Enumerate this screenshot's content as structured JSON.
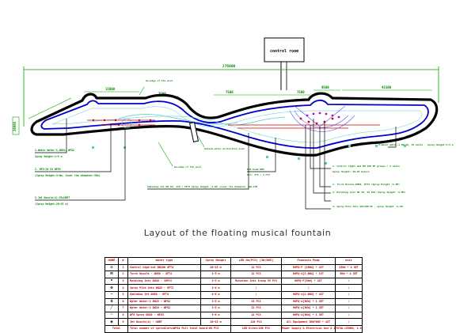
{
  "caption": "Layout of the floating musical fountain",
  "drawing": {
    "control_room": "control room",
    "overall_dimension": "276000",
    "segment_dimensions": [
      "11000",
      "7500",
      "7500",
      "7500",
      "9500",
      "41500"
    ],
    "left_dimension": "20000",
    "edge_labels": [
      {
        "id": "edge-top",
        "text": "Ge-edge of the pool"
      },
      {
        "id": "edge-bottom",
        "text": "Ge-edge of the pool"
      },
      {
        "id": "splash",
        "text": "Splash water protection zone"
      }
    ],
    "callouts": [
      {
        "id": "c1",
        "lines": [
          "1.Water Water-1,DN20, WFG2",
          "Spray Height:1~5 m"
        ]
      },
      {
        "id": "c2",
        "lines": [
          "2.  DFG-20 E1 WFG3",
          "(Spray Height:3~6m, Cover the diameter:35m)"
        ]
      },
      {
        "id": "c3",
        "lines": [
          "3.Jet Nozzle(4)-25+UDRT",
          "(Spray Height:20~25 m)"
        ]
      },
      {
        "id": "c4",
        "lines": [
          "Gablebow Jet  DN 50, 370 = GFT4 Spray Height :4~6M ,Cover the diameter :10~17M"
        ]
      },
      {
        "id": "c5",
        "lines": [
          "DN5 head  DN5",
          "Set: 4*5    = 4 FT2"
        ]
      },
      {
        "id": "c6",
        "lines": [
          "1. Control light and DN 100 PE groups = 2 units",
          "Spray Height: 20~25 meters"
        ]
      },
      {
        "id": "c7",
        "lines": [
          "2. Torch Nozzle-DN50, GFT4 (Spray Height :1~5M)"
        ]
      },
      {
        "id": "c8",
        "lines": [
          "3. Rotating Jets DN 40, 39 PCS (Spray Height :1~5M)"
        ]
      },
      {
        "id": "c9",
        "lines": [
          "4. Spray Pile Jets  GP2=DN*45 , spray Height :1~4M"
        ]
      },
      {
        "id": "c10",
        "lines": [
          "5.Water Water-1 DN 25, 28 units",
          "Spray Height:1~5 m"
        ]
      }
    ]
  },
  "table": {
    "headers": [
      "NAME",
      "#",
      "Water type",
      "Spray Height",
      "LED No(PCS) [3W/DN5]",
      "Fountain Pump",
      "unit"
    ],
    "rows": [
      {
        "sym": "◎",
        "num": "1",
        "type": "Control high-set DN100 GFT4",
        "height": "20~25 m",
        "led": "12 PCS",
        "pump": "HGPQ-F [15KW] * 4ST",
        "unit": "15KW * 4 SET"
      },
      {
        "sym": "⊞",
        "num": "2",
        "type": "Torch Nozzle - DN50 - GFT4",
        "height": "1~5 m",
        "led": "12 PCS",
        "pump": "HGPQ-4[3.0KW] * 1ST",
        "unit": "3KW * 4 SET"
      },
      {
        "sym": "•",
        "num": "3",
        "type": "Rotating Jets DN40 - 39PCS",
        "height": "1~5 m",
        "led": "Rotation Jets Group 39 PCS",
        "pump": "HGPQ-F[3KW] * 4ST",
        "unit": "/"
      },
      {
        "sym": "⊕",
        "num": "4",
        "type": "Spray Pile Jets DN45 - GFT2",
        "height": "1~4 m",
        "led": "/",
        "pump": "/",
        "unit": "/"
      },
      {
        "sym": "∽",
        "num": "5",
        "type": "Gablebow Jet DN50 - GFT4",
        "height": "4~6 m",
        "led": "/",
        "pump": "HGPQ-4[3.0KW] * 4ST",
        "unit": "/"
      },
      {
        "sym": "≡",
        "num": "6",
        "type": "Water Water-1 DN25 - WFG2",
        "height": "1~5 m",
        "led": "28 PCS",
        "pump": "HGPQ-4[3KW] * 1 SET",
        "unit": "/"
      },
      {
        "sym": "╱",
        "num": "7",
        "type": "Water Water-1 DN20 - WFG2",
        "height": "1~5 m",
        "led": "12 PCS",
        "pump": "HGPQ-4[3KW] * 1 SET",
        "unit": "/"
      },
      {
        "sym": "⌒",
        "num": "8",
        "type": "DFG Spray DN20 - WFG3",
        "height": "3~6 m",
        "led": "12 PCS",
        "pump": "HGPQ-4[3KW] * 1 SET",
        "unit": "/"
      },
      {
        "sym": "◉",
        "num": "9",
        "type": "Jet Nozzle(4) - UDRT",
        "height": "20~25 m",
        "led": "126 PCS",
        "pump": "All Equipment 3KW*DN5 * 4ST",
        "unit": "/"
      }
    ],
    "total": {
      "label": "Total",
      "type": "Total number of sprinklers=WFG4    Full total board:60 PCS",
      "height": "",
      "led": "LED Drive:100 PCS",
      "pump": "Power Supply & Electrical box & 1 SET",
      "unit": "TOTAL:250KW, 2.0 SET"
    }
  },
  "colors": {
    "pool_outline": "#000000",
    "pipe": "#0000cc",
    "leader": "#00aa00",
    "dimension": "#00aa00",
    "jets": "#cc0000",
    "arc": "#5555ff",
    "callout_text": "#008800",
    "magenta": "#cc00cc",
    "cyan": "#55cccc"
  }
}
